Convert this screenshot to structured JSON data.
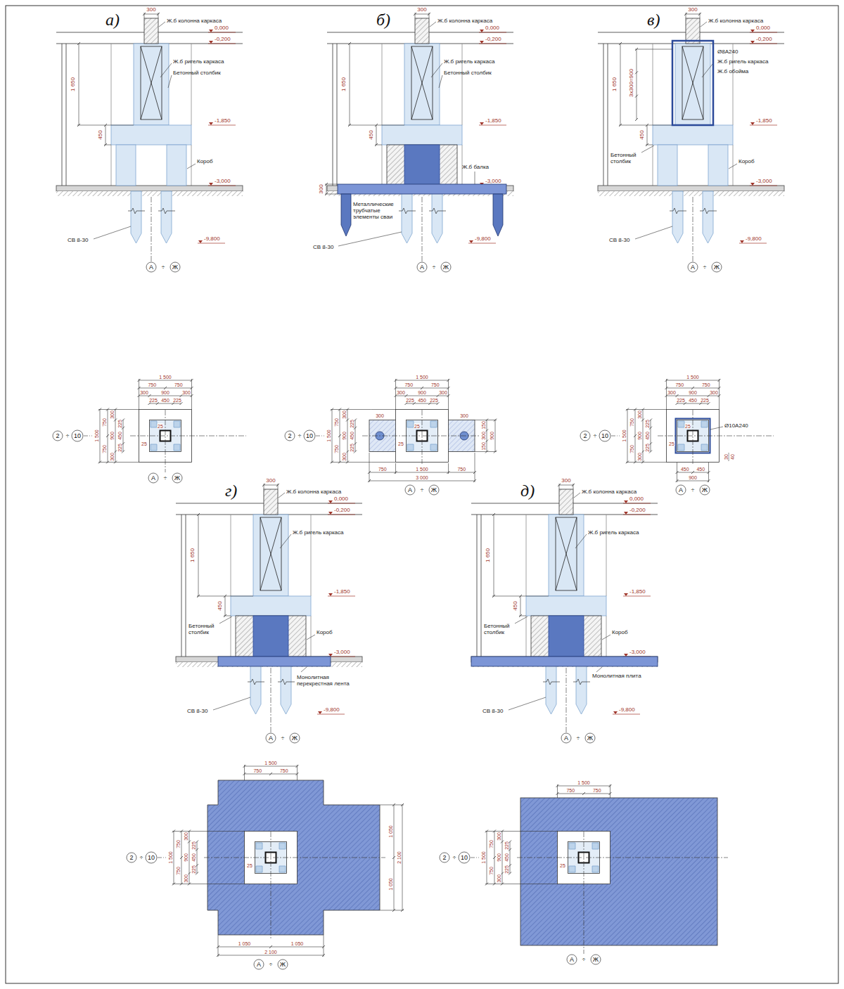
{
  "diagram": {
    "labels": [
      "а)",
      "300",
      "Ж.б колонна каркаса",
      "0,000",
      "-0,200",
      "1 650",
      "Ж.б ригель каркаса",
      "Бетонный столбик",
      "450",
      "-1,850",
      "Короб",
      "-3,000",
      "СВ 8-30",
      "-9,800",
      "А",
      "÷",
      "Ж",
      "б)",
      "300",
      "Ж.б колонна каркаса",
      "0,000",
      "-0,200",
      "1 650",
      "Ж.б ригель каркаса",
      "Бетонный столбик",
      "450",
      "-1,850",
      "Ж.б балка",
      "300",
      "-3,000",
      "Металлические трубчатые элементы сваи",
      "-9,800",
      "СВ 8-30",
      "А",
      "÷",
      "Ж",
      "в)",
      "300",
      "Ж.б колонна каркаса",
      "0,000",
      "-0,200",
      "Ø8А240",
      "1 650",
      "3x300=900",
      "Ж.б ригель каркаса",
      "Ж.б обойма",
      "450",
      "-1,850",
      "Бетонный столбик",
      "Короб",
      "-3,000",
      "СВ 8-30",
      "-9,800",
      "А",
      "÷",
      "Ж",
      "г)",
      "300",
      "Ж.б колонна каркаса",
      "0,000",
      "-0,200",
      "1 650",
      "Ж.б ригель каркаса",
      "450",
      "Бетонный столбик",
      "-1,850",
      "Короб",
      "-3,000",
      "Монолитная перекрестная лента",
      "СВ 8-30",
      "-9,800",
      "А",
      "÷",
      "Ж",
      "д)",
      "300",
      "Ж.б колонна каркаса",
      "0,000",
      "-0,200",
      "1 650",
      "Ж.б ригель каркаса",
      "450",
      "Бетонный столбик",
      "-1,850",
      "Короб",
      "-3,000",
      "Монолитная плита",
      "СВ 8-30",
      "-9,800",
      "А",
      "÷",
      "Ж",
      "1 500",
      "750",
      "750",
      "300",
      "900",
      "300",
      "225",
      "450",
      "225",
      "25",
      "1 500",
      "750",
      "750",
      "300",
      "900",
      "300",
      "225",
      "450",
      "225",
      "25",
      "2",
      "÷",
      "10",
      "А",
      "÷",
      "Ж",
      "1 500",
      "750",
      "750",
      "300",
      "900",
      "300",
      "225",
      "450",
      "225",
      "25",
      "1 500",
      "750",
      "750",
      "300",
      "900",
      "300",
      "225",
      "450",
      "225",
      "25",
      "2",
      "÷",
      "10",
      "300",
      "300",
      "150",
      "300",
      "150",
      "900",
      "750",
      "1 500",
      "750",
      "3 000",
      "А",
      "÷",
      "Ж",
      "1 500",
      "750",
      "750",
      "300",
      "900",
      "300",
      "225",
      "450",
      "225",
      "25",
      "1 500",
      "750",
      "750",
      "300",
      "900",
      "300",
      "225",
      "450",
      "225",
      "25",
      "2",
      "÷",
      "10",
      "Ø10А240",
      "450",
      "450",
      "900",
      "30",
      "40",
      "А",
      "÷",
      "Ж",
      "1 500",
      "750",
      "750",
      "1 500",
      "750",
      "750",
      "300",
      "900",
      "300",
      "225",
      "450",
      "225",
      "25",
      "2",
      "÷",
      "10",
      "1 050",
      "1 050",
      "2 100",
      "1 050",
      "1 050",
      "2 100",
      "А",
      "÷",
      "Ж",
      "1 500",
      "750",
      "750",
      "1 500",
      "750",
      "750",
      "300",
      "900",
      "300",
      "225",
      "450",
      "225",
      "25",
      "2",
      "÷",
      "10",
      "А",
      "÷",
      "Ж"
    ]
  }
}
